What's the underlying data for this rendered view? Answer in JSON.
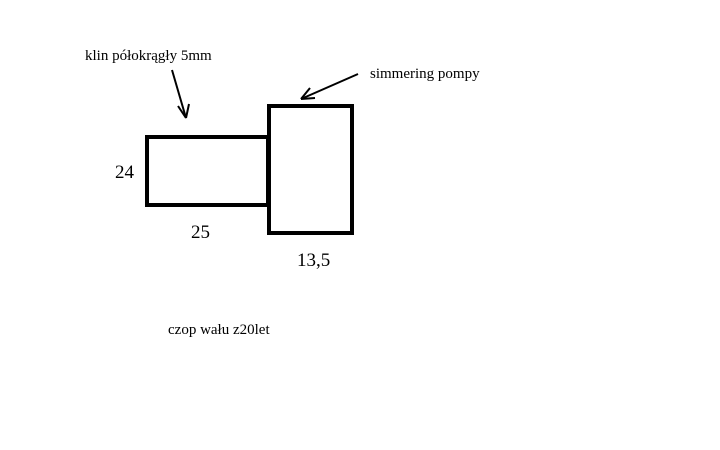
{
  "labels": {
    "key": "klin półokrągły 5mm",
    "seal": "simmering pompy",
    "height": "24",
    "length": "25",
    "collar_width": "13,5",
    "caption": "czop wału z20let"
  }
}
